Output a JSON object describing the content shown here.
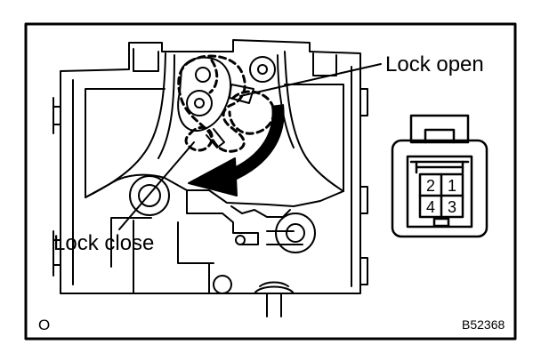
{
  "labels": {
    "lock_open": "Lock open",
    "lock_close": "Lock close",
    "corner_mark": "O",
    "figure_code": "B52368"
  },
  "connector": {
    "pins": [
      "2",
      "1",
      "4",
      "3"
    ]
  },
  "colors": {
    "ink": "#000000",
    "paper": "#ffffff"
  }
}
